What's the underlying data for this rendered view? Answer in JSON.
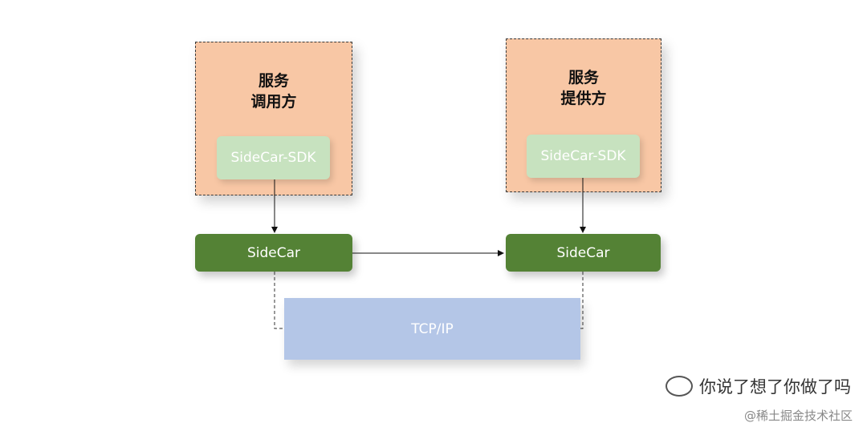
{
  "caller": {
    "line1": "服务",
    "line2": "调用方",
    "sdk": "SideCar-SDK",
    "sidecar": "SideCar"
  },
  "provider": {
    "line1": "服务",
    "line2": "提供方",
    "sdk": "SideCar-SDK",
    "sidecar": "SideCar"
  },
  "network": {
    "label": "TCP/IP"
  },
  "watermark": {
    "author": "你说了想了你做了吗",
    "site": "@稀土掘金技术社区"
  },
  "colors": {
    "service": "#f8c7a5",
    "sdk": "#c7e2bf",
    "sidecar": "#548235",
    "tcp": "#b4c6e7"
  }
}
